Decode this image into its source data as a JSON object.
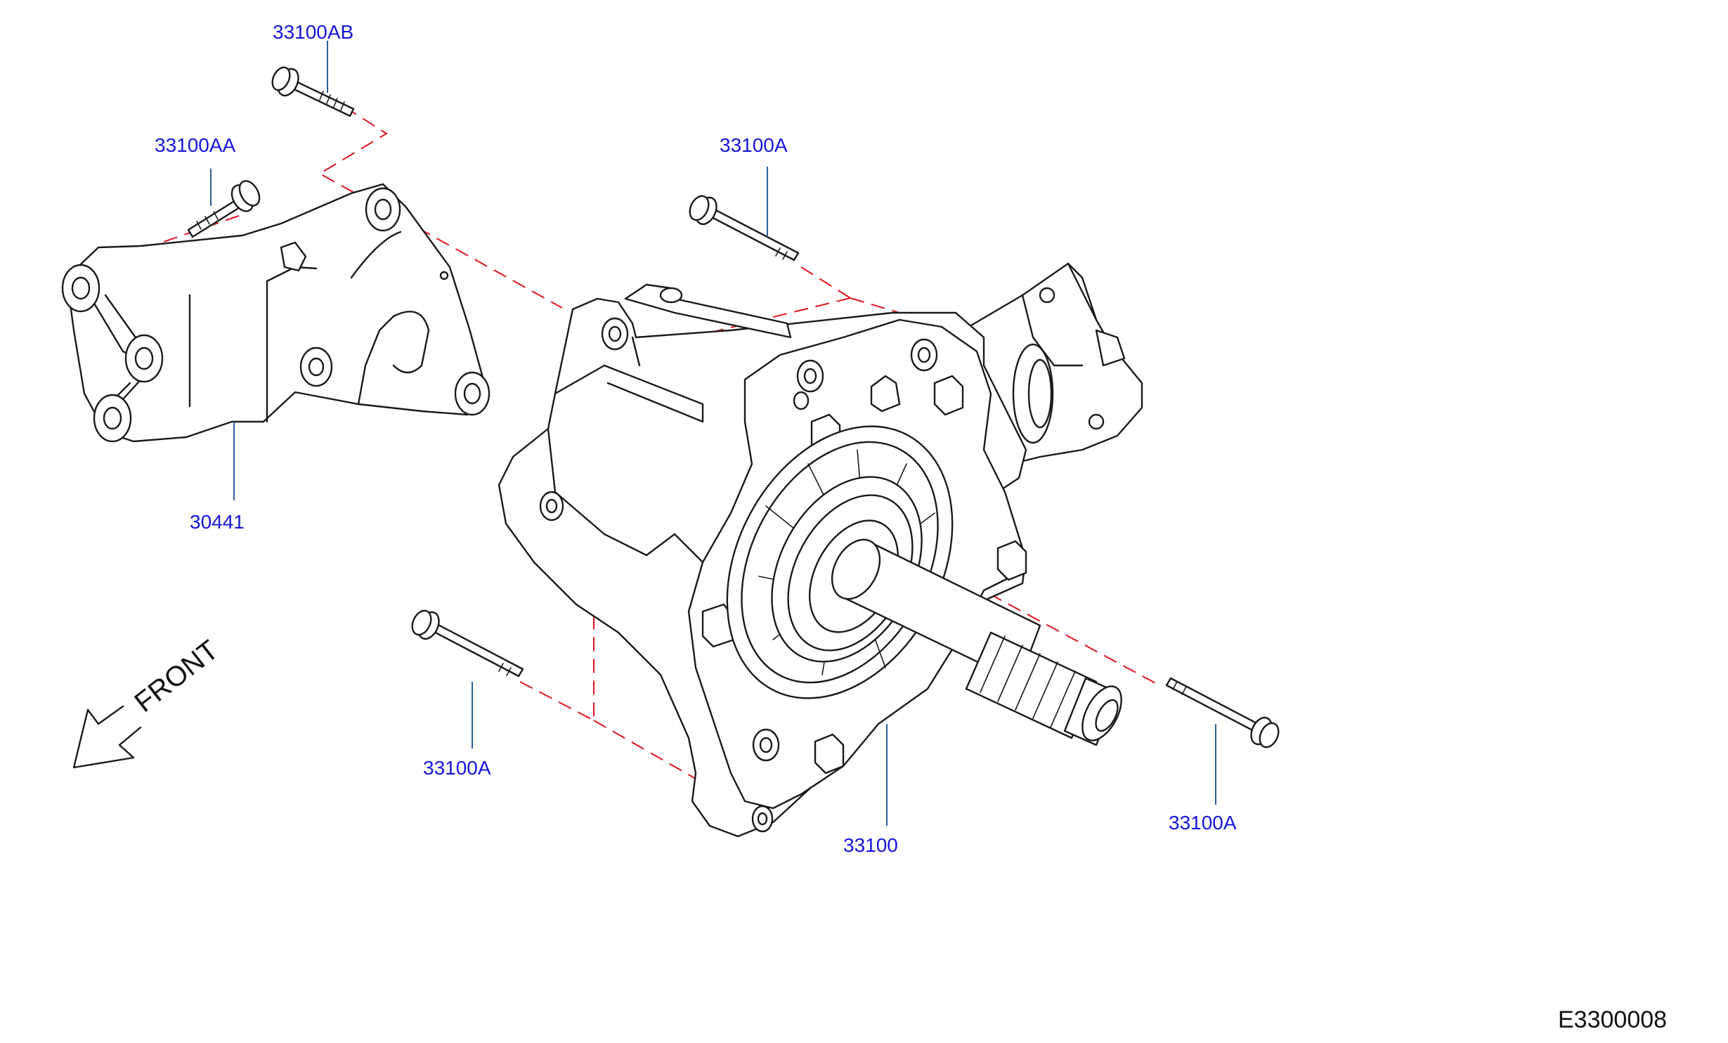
{
  "diagram": {
    "id_code": "E3300008",
    "front_label": "FRONT",
    "colors": {
      "callout_text": "#1616d8",
      "leader_line": "#2a5f9e",
      "phantom_line": "#e0141e",
      "outline": "#1a1a1a"
    },
    "callouts": {
      "bolt_top": "33100AB",
      "bolt_upper_left": "33100AA",
      "bolt_upper_center": "33100A",
      "bracket": "30441",
      "bolt_lower_left": "33100A",
      "transfer_assembly": "33100",
      "bolt_lower_right": "33100A"
    }
  }
}
